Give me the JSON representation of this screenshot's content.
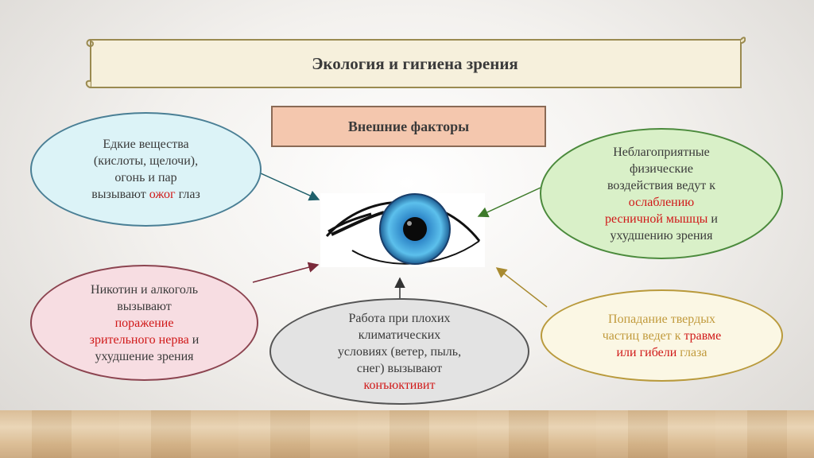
{
  "title": "Экология и гигиена зрения",
  "subtitle": "Внешние факторы",
  "factors": {
    "chemicals": {
      "lines": [
        "Едкие вещества",
        "(кислоты, щелочи),",
        "огонь и пар"
      ],
      "pre": "вызывают ",
      "highlight": "ожог",
      "post": " глаз"
    },
    "physical": {
      "line1": "Неблагоприятные",
      "line2": "физические",
      "line3": "воздействия ведут к",
      "highlight1": "ослаблению",
      "highlight2": "ресничной мышцы",
      "post2": " и",
      "line_end": "ухудшению зрения"
    },
    "nicotine": {
      "line1": "Никотин и алкоголь",
      "line2": "вызывают",
      "highlight1": "поражение",
      "highlight2": "зрительного нерва",
      "post2": " и",
      "line_end": "ухудшение зрения"
    },
    "climate": {
      "line1": "Работа при плохих",
      "line2": "климатических",
      "line3": "условиях (ветер, пыль,",
      "line4": "снег) вызывают",
      "highlight": "конъюктивит"
    },
    "particles": {
      "line1": "Попадание твердых",
      "line2_pre": "частиц ведет к ",
      "highlight1": "травме",
      "highlight2": "или гибели",
      "post": " глаза"
    }
  },
  "colors": {
    "highlight": "#d01818",
    "iris": "#3b9fd6",
    "factors_box": "#f4c7ae",
    "scroll": "#f6f0dc"
  }
}
